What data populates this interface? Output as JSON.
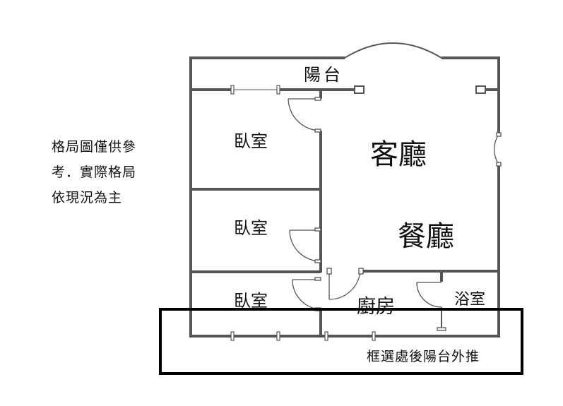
{
  "note": {
    "lines": [
      "格局圖僅供參",
      "考．實際格局",
      "依現況為主"
    ]
  },
  "rooms": {
    "balcony": "陽台",
    "bedroom_1": "臥室",
    "bedroom_2": "臥室",
    "bedroom_3": "臥室",
    "living_room": "客廳",
    "dining_room": "餐廳",
    "kitchen": "廚房",
    "bathroom": "浴室"
  },
  "highlight": {
    "caption": "框選處後陽台外推"
  },
  "colors": {
    "wall": "#555555",
    "highlight_border": "#000000",
    "text": "#111111"
  }
}
